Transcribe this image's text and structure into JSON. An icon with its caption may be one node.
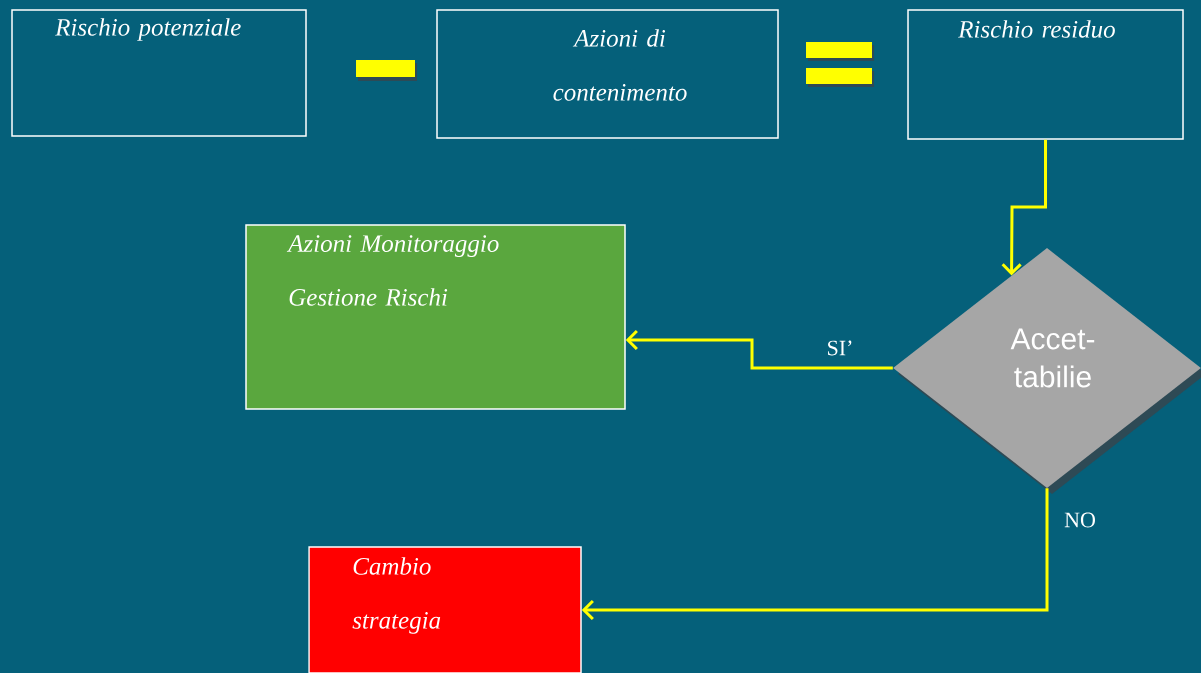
{
  "diagram": {
    "nodes": [
      {
        "text": [
          "Rischio potenziale"
        ]
      },
      {
        "text": [
          "Azioni di contenimento"
        ]
      },
      {
        "text": [
          "Rischio residuo"
        ]
      },
      {
        "text": [
          "Azioni Monitoraggio",
          "Gestione Rischi"
        ]
      },
      {
        "text": [
          "Accet-tabilie"
        ]
      },
      {
        "text": [
          "Cambio strategia"
        ]
      }
    ],
    "edges": [
      {
        "from": 2,
        "to": 4,
        "arrow": "to"
      },
      {
        "from": 4,
        "to": 3,
        "arrow": "to",
        "label": "SI’"
      },
      {
        "from": 4,
        "to": 5,
        "arrow": "to",
        "label": "NO"
      }
    ]
  }
}
